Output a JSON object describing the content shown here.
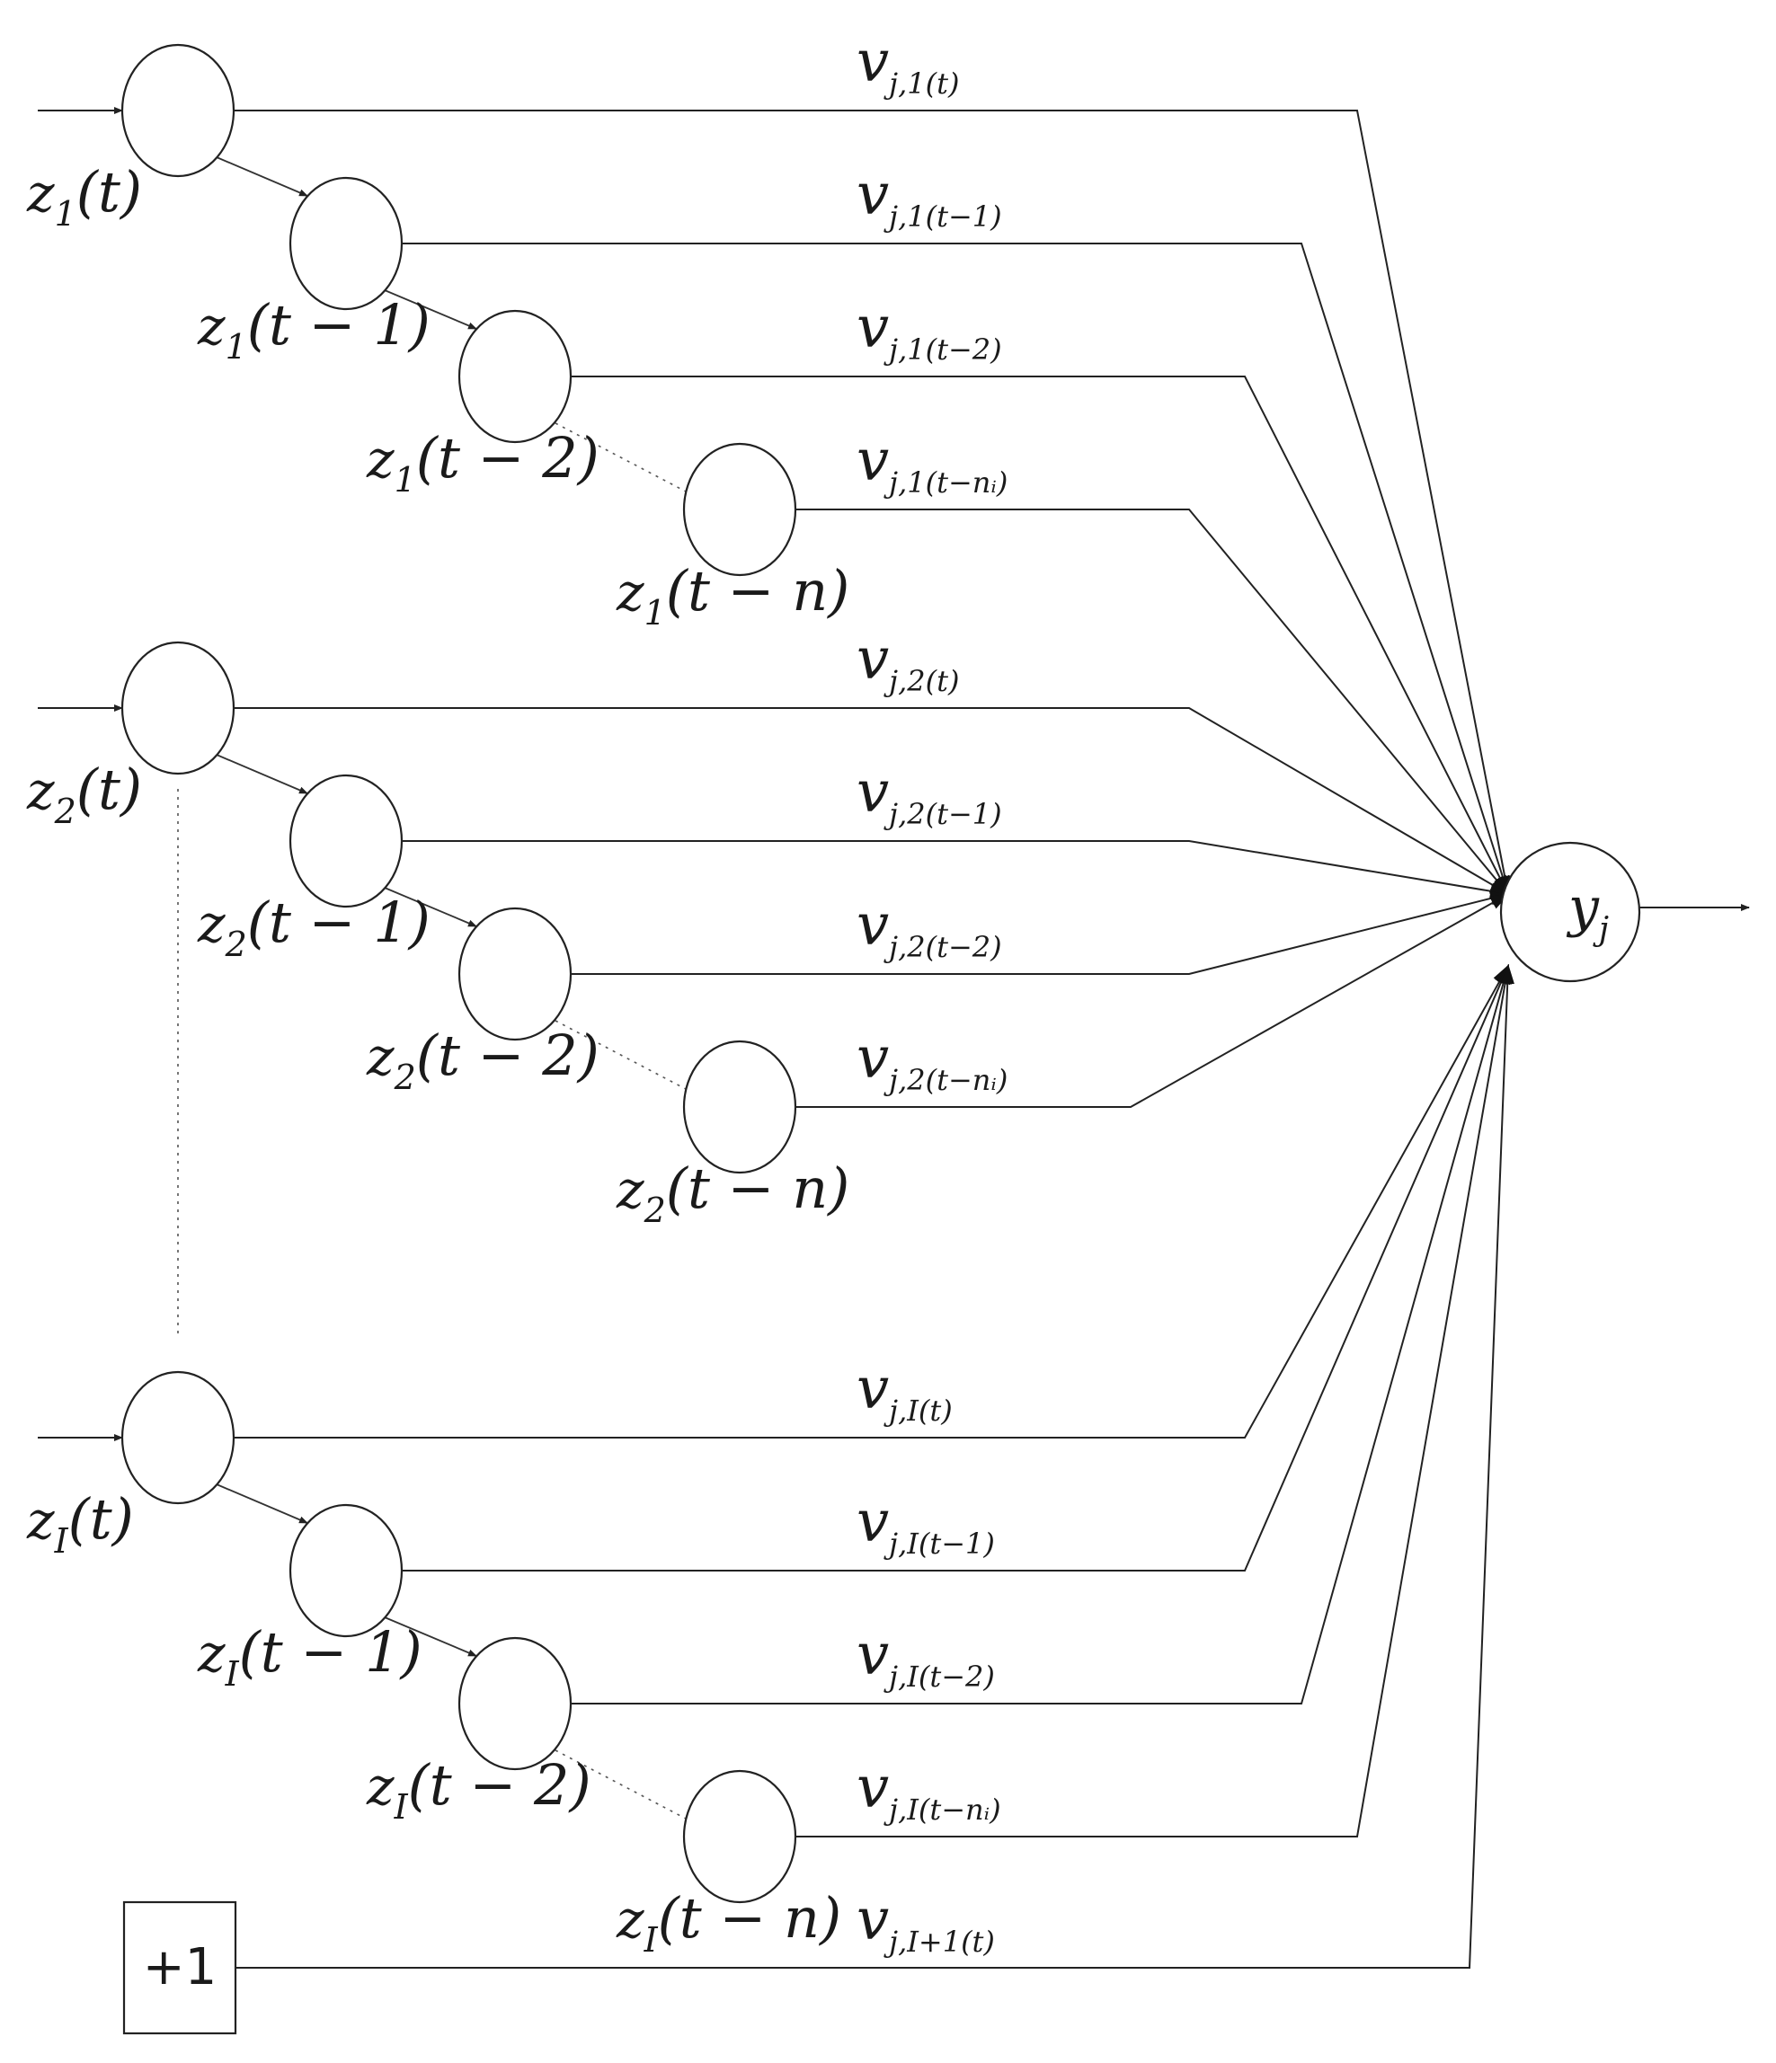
{
  "output": {
    "label": "y",
    "sub": "j"
  },
  "bias": {
    "label": "+1"
  },
  "groups": [
    {
      "taps": [
        {
          "label": "z",
          "sub": "1",
          "arg": "(t)"
        },
        {
          "label": "z",
          "sub": "1",
          "arg": "(t − 1)"
        },
        {
          "label": "z",
          "sub": "1",
          "arg": "(t − 2)"
        },
        {
          "label": "z",
          "sub": "1",
          "arg": "(t − n)"
        }
      ],
      "weights": [
        {
          "base": "v",
          "sub": "j,1(t)"
        },
        {
          "base": "v",
          "sub": "j,1(t−1)"
        },
        {
          "base": "v",
          "sub": "j,1(t−2)"
        },
        {
          "base": "v",
          "sub": "j,1(t−nᵢ)"
        }
      ]
    },
    {
      "taps": [
        {
          "label": "z",
          "sub": "2",
          "arg": "(t)"
        },
        {
          "label": "z",
          "sub": "2",
          "arg": "(t − 1)"
        },
        {
          "label": "z",
          "sub": "2",
          "arg": "(t − 2)"
        },
        {
          "label": "z",
          "sub": "2",
          "arg": "(t − n)"
        }
      ],
      "weights": [
        {
          "base": "v",
          "sub": "j,2(t)"
        },
        {
          "base": "v",
          "sub": "j,2(t−1)"
        },
        {
          "base": "v",
          "sub": "j,2(t−2)"
        },
        {
          "base": "v",
          "sub": "j,2(t−nᵢ)"
        }
      ]
    },
    {
      "taps": [
        {
          "label": "z",
          "sub": "I",
          "arg": "(t)"
        },
        {
          "label": "z",
          "sub": "I",
          "arg": "(t − 1)"
        },
        {
          "label": "z",
          "sub": "I",
          "arg": "(t − 2)"
        },
        {
          "label": "z",
          "sub": "I",
          "arg": "(t − n)"
        }
      ],
      "weights": [
        {
          "base": "v",
          "sub": "j,I(t)"
        },
        {
          "base": "v",
          "sub": "j,I(t−1)"
        },
        {
          "base": "v",
          "sub": "j,I(t−2)"
        },
        {
          "base": "v",
          "sub": "j,I(t−nᵢ)"
        }
      ]
    }
  ],
  "bias_weight": {
    "base": "v",
    "sub": "j,I+1(t)"
  }
}
